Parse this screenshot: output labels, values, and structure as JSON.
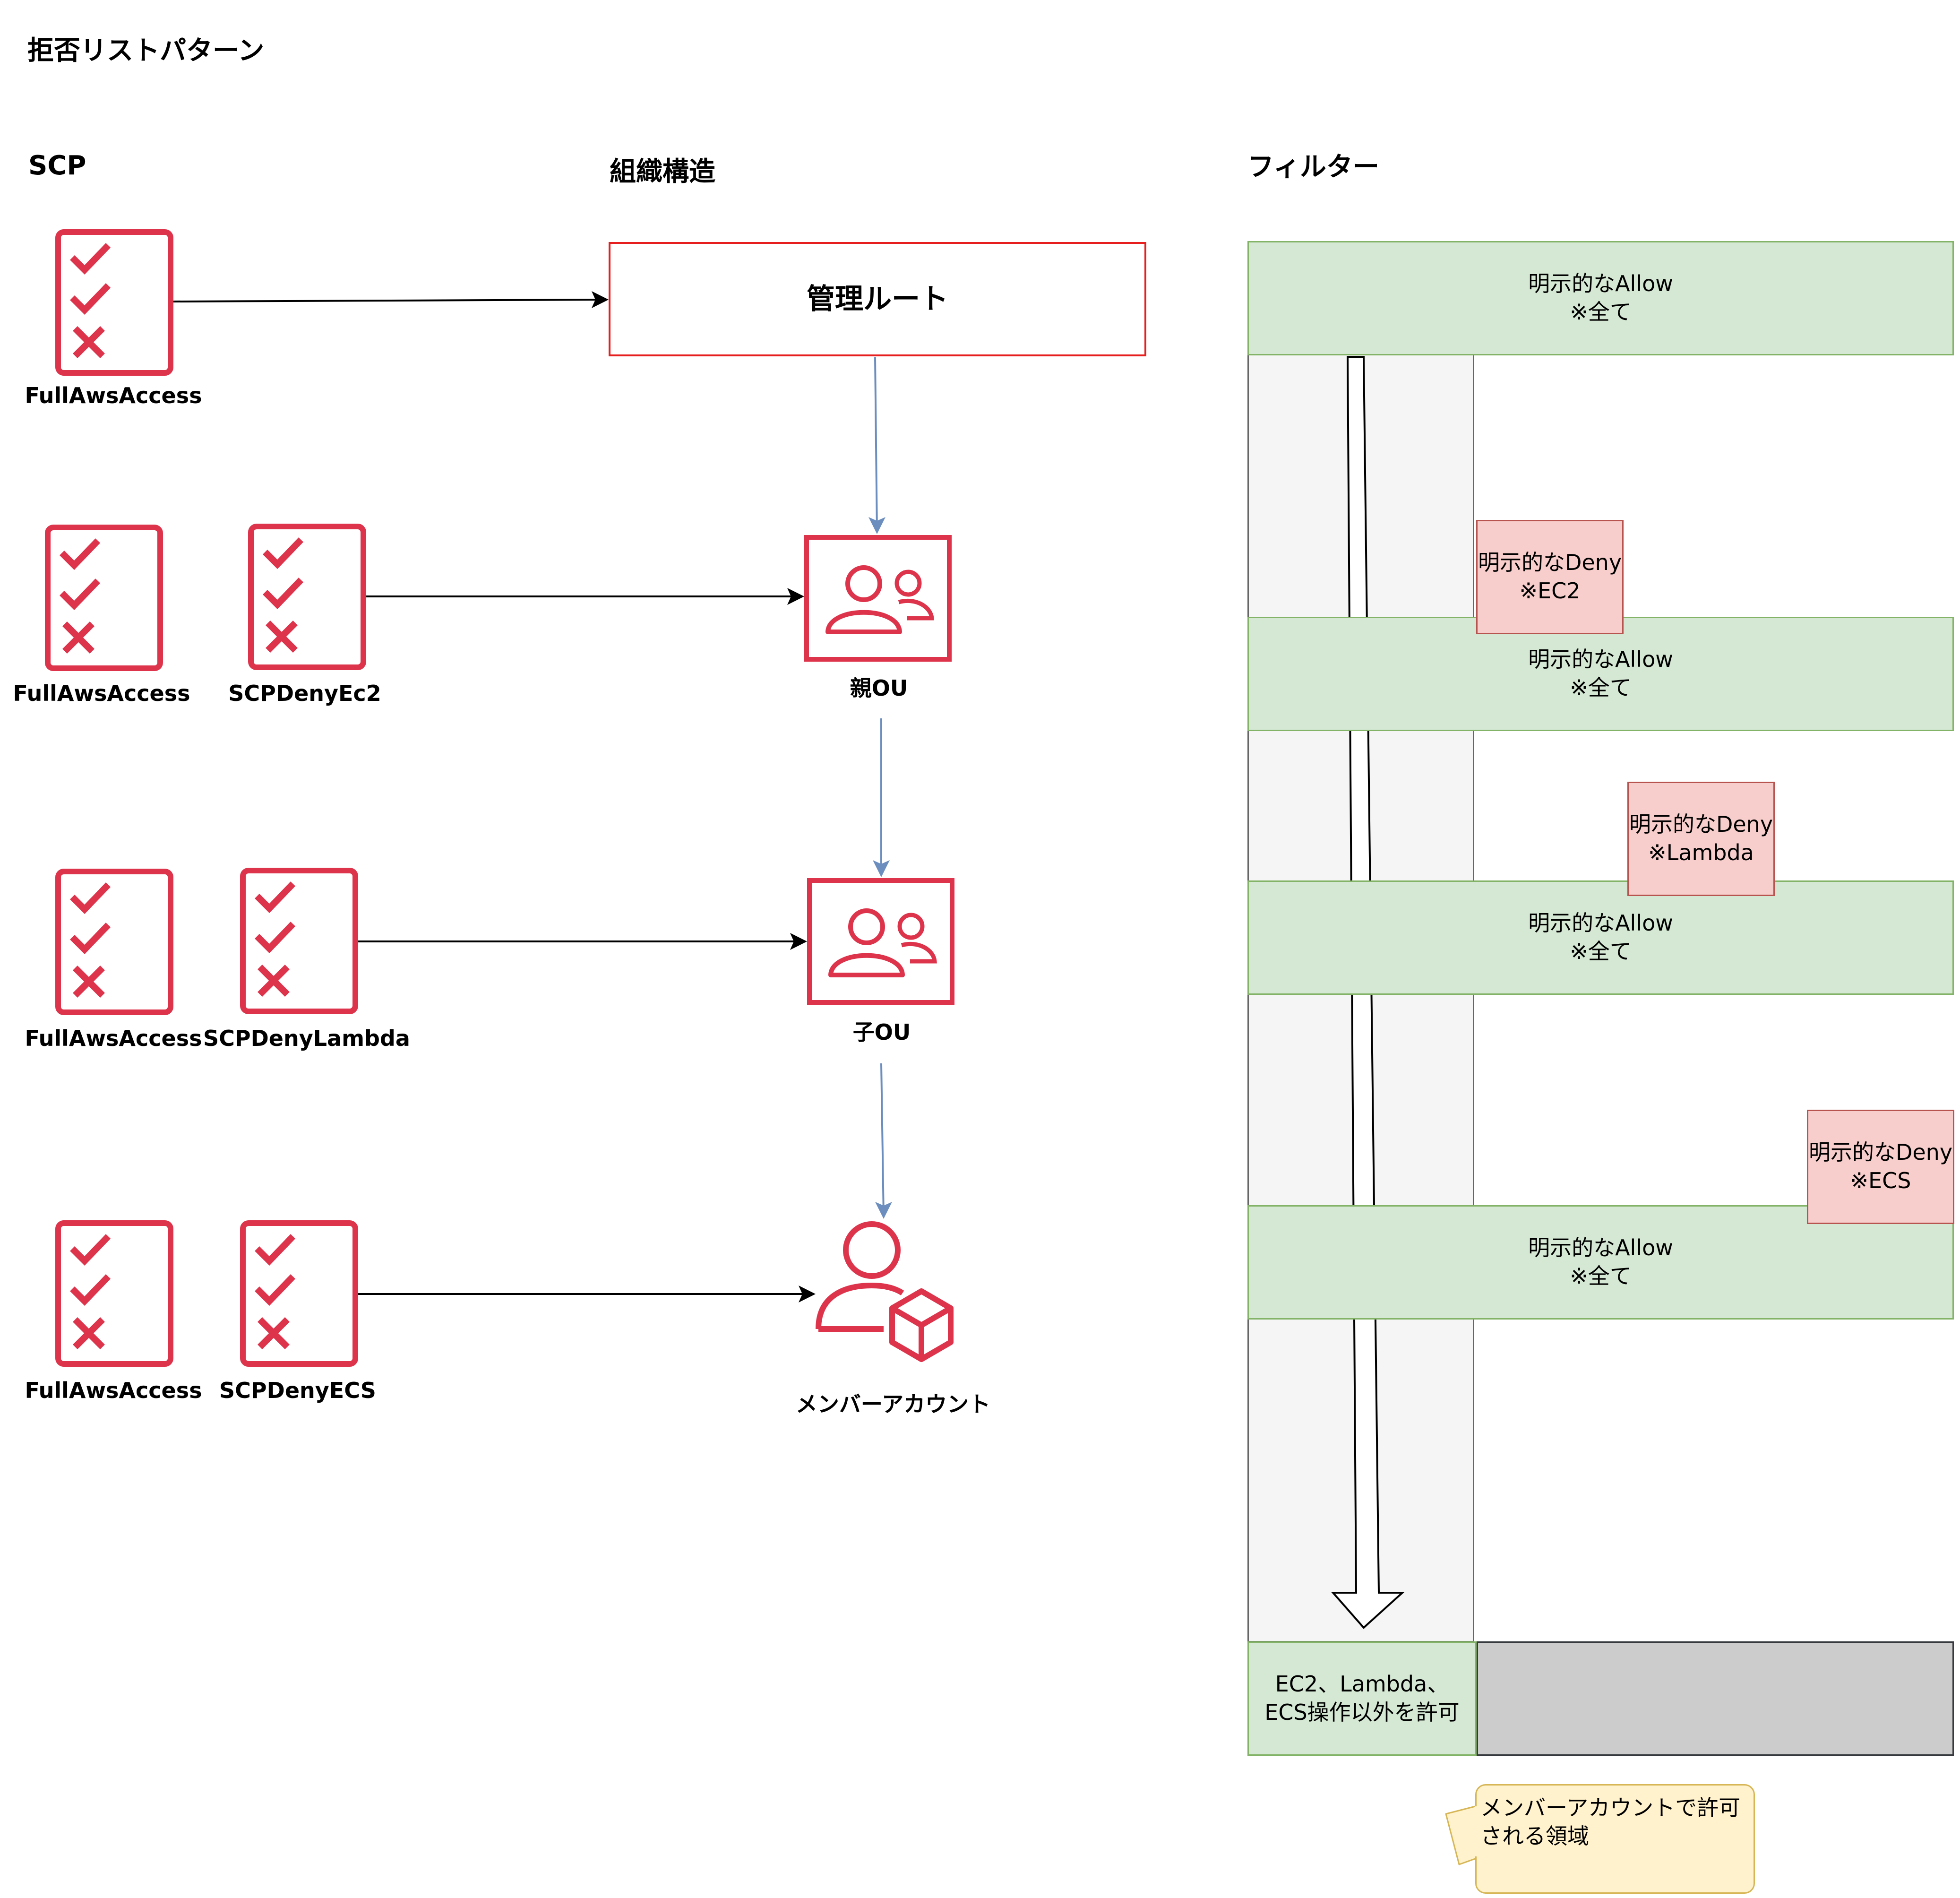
{
  "title": "拒否リストパターン",
  "headers": {
    "scp": "SCP",
    "org": "組織構造",
    "filter": "フィルター"
  },
  "colors": {
    "accent": "#dd344c",
    "allow_fill": "#d5e8d4",
    "deny_fill": "#f8cecc",
    "org_arrow": "#6c8ebf"
  },
  "scp_rows": [
    {
      "policies": [
        "FullAwsAccess"
      ]
    },
    {
      "policies": [
        "FullAwsAccess",
        "SCPDenyEc2"
      ]
    },
    {
      "policies": [
        "FullAwsAccess",
        "SCPDenyLambda"
      ]
    },
    {
      "policies": [
        "FullAwsAccess",
        "SCPDenyECS"
      ]
    }
  ],
  "org": {
    "root": "管理ルート",
    "parent_ou": "親OU",
    "child_ou": "子OU",
    "member": "メンバーアカウント"
  },
  "filter": {
    "allow": {
      "line1": "明示的なAllow",
      "line2": "※全て"
    },
    "denies": [
      {
        "line1": "明示的なDeny",
        "line2": "※EC2"
      },
      {
        "line1": "明示的なDeny",
        "line2": "※Lambda"
      },
      {
        "line1": "明示的なDeny",
        "line2": "※ECS"
      }
    ],
    "result": {
      "line1": "EC2、Lambda、",
      "line2": "ECS操作以外を許可"
    },
    "note": {
      "line1": "メンバーアカウントで許可",
      "line2": "される領域"
    }
  },
  "icons": {
    "policy": "policy-document-icon",
    "ou": "organizational-unit-icon",
    "member": "member-account-icon"
  }
}
